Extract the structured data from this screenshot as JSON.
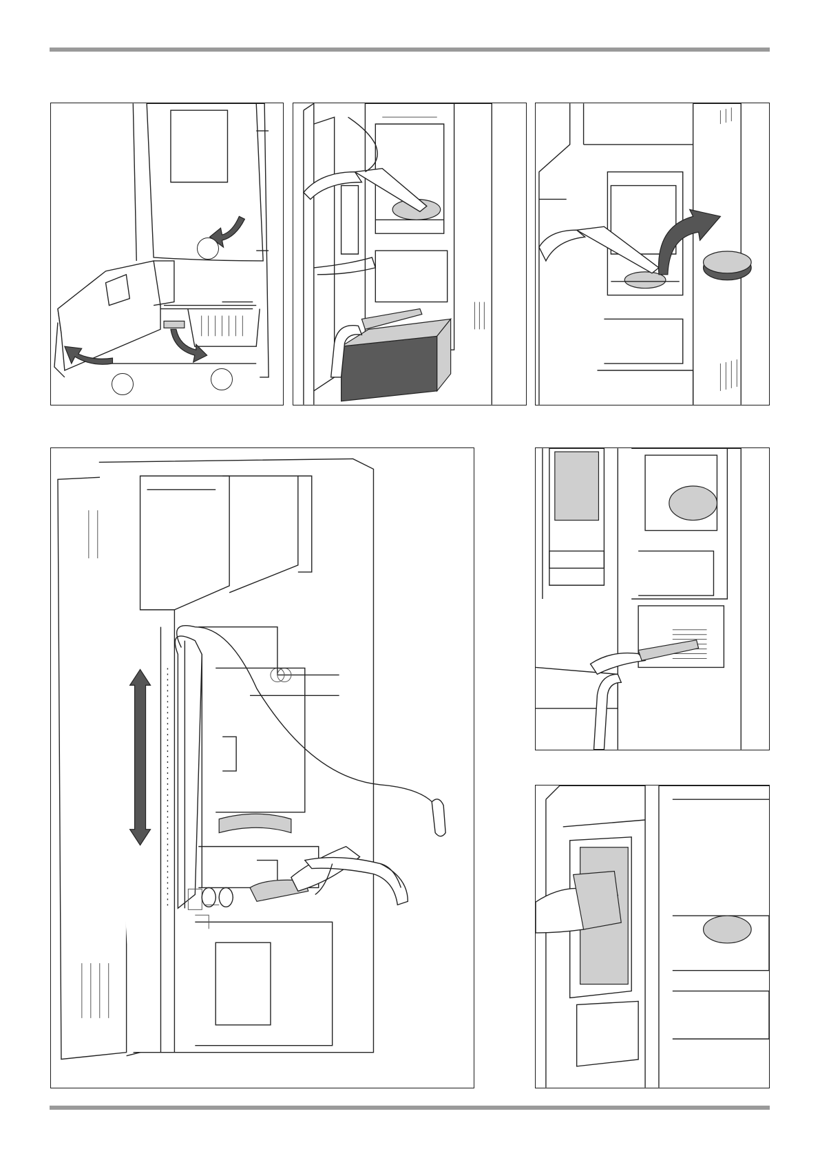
{
  "page": {
    "figures": [
      {
        "id": "fig1",
        "callouts": [
          "",
          "",
          ""
        ]
      },
      {
        "id": "fig2"
      },
      {
        "id": "fig3"
      },
      {
        "id": "fig4"
      },
      {
        "id": "fig5"
      },
      {
        "id": "fig6"
      }
    ]
  },
  "colors": {
    "rule": "#9a9a9a",
    "line": "#222222",
    "arrow_fill": "#555555",
    "part_grey": "#cfcfcf",
    "ash_tray": "#5a5a5a"
  },
  "icons": {
    "rotate_arrow": "curved-arrow-icon",
    "vertical_arrow": "double-arrow-icon"
  }
}
